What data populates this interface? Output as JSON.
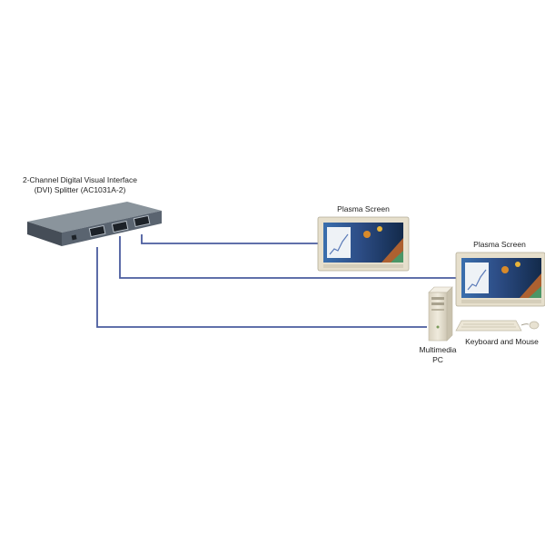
{
  "colors": {
    "cable": "#4a5c9e",
    "splitter_top": "#8a949c",
    "splitter_front": "#5a6470",
    "splitter_side": "#454d57",
    "monitor_bezel": "#e6dfcc",
    "pc_case": "#e8e2d2"
  },
  "splitter": {
    "label_line1": "2-Channel Digital Visual Interface",
    "label_line2": "(DVI) Splitter (AC1031A-2)",
    "icon": "dvi-splitter-device"
  },
  "screen1": {
    "label": "Plasma Screen",
    "icon": "plasma-screen-icon"
  },
  "screen2": {
    "label": "Plasma Screen",
    "icon": "plasma-screen-icon"
  },
  "pc": {
    "label_line1": "Multimedia",
    "label_line2": "PC",
    "icon": "desktop-tower-icon"
  },
  "peripherals": {
    "label": "Keyboard and Mouse",
    "icon": "keyboard-mouse-icon"
  }
}
